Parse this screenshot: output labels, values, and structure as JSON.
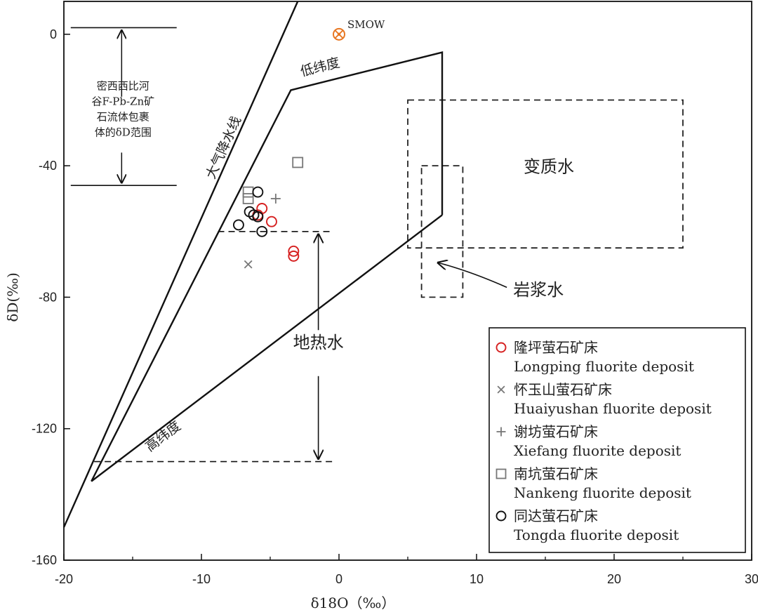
{
  "chart_data": {
    "type": "scatter",
    "xlabel": "δ18O（‰）",
    "ylabel": "δD(‰)",
    "xlim": [
      -20,
      30
    ],
    "ylim": [
      -160,
      10
    ],
    "xticks": [
      -20,
      -10,
      0,
      10,
      20,
      30
    ],
    "yticks": [
      0,
      -40,
      -80,
      -120,
      -160
    ],
    "smow": {
      "label": "SMOW",
      "x": 0,
      "y": 0,
      "color": "#e87722"
    },
    "lines": {
      "meteoric_water_line": {
        "label": "大气降水线",
        "points": [
          [
            -20,
            -150
          ],
          [
            -3,
            10
          ]
        ]
      },
      "geothermal_polygon": {
        "points": [
          [
            -18,
            -136
          ],
          [
            -3.5,
            -17
          ],
          [
            7.5,
            -5.5
          ],
          [
            7.5,
            -55
          ]
        ]
      },
      "low_latitude": "低纬度",
      "high_latitude": "高纬度"
    },
    "regions": {
      "metamorphic_water": {
        "label": "变质水",
        "x": [
          5,
          25
        ],
        "y": [
          -65,
          -20
        ]
      },
      "magmatic_water": {
        "label": "岩浆水",
        "x": [
          6,
          9
        ],
        "y": [
          -80,
          -40
        ]
      },
      "geothermal_water": {
        "label": "地热水",
        "x_arrow": -1.5,
        "y_range": [
          -130,
          -60
        ]
      },
      "mississippi_note": {
        "lines": [
          "密西西比河",
          "谷F-Pb-Zn矿",
          "石流体包裹",
          "体的δD范围"
        ],
        "y_range": [
          -46,
          2
        ]
      }
    },
    "series": [
      {
        "name": "Longping fluorite deposit",
        "name_cn": "隆坪萤石矿床",
        "marker": "circle",
        "color": "#d62020",
        "points": [
          [
            -5.6,
            -53
          ],
          [
            -5.9,
            -55
          ],
          [
            -4.9,
            -57
          ],
          [
            -3.3,
            -66
          ],
          [
            -3.3,
            -67.5
          ]
        ]
      },
      {
        "name": "Huaiyushan fluorite deposit",
        "name_cn": "怀玉山萤石矿床",
        "marker": "x",
        "color": "#777777",
        "points": [
          [
            -6.6,
            -70
          ]
        ]
      },
      {
        "name": "Xiefang fluorite deposit",
        "name_cn": "谢坊萤石矿床",
        "marker": "plus",
        "color": "#777777",
        "points": [
          [
            -4.6,
            -50
          ]
        ]
      },
      {
        "name": "Nankeng fluorite deposit",
        "name_cn": "南坑萤石矿床",
        "marker": "square",
        "color": "#777777",
        "points": [
          [
            -3,
            -39
          ],
          [
            -6.6,
            -48
          ],
          [
            -6.6,
            -50
          ]
        ]
      },
      {
        "name": "Tongda fluorite deposit",
        "name_cn": "同达萤石矿床",
        "marker": "circle",
        "color": "#111111",
        "points": [
          [
            -5.9,
            -48
          ],
          [
            -6.5,
            -54
          ],
          [
            -6.2,
            -55
          ],
          [
            -5.9,
            -55.5
          ],
          [
            -7.3,
            -58
          ],
          [
            -5.6,
            -60
          ]
        ]
      }
    ]
  }
}
